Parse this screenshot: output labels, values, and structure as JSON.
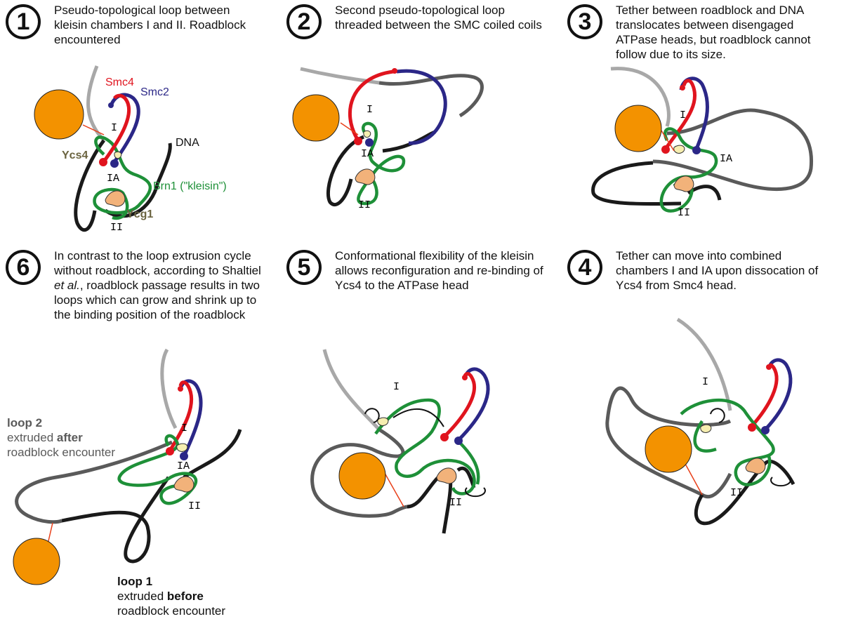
{
  "colors": {
    "dna_dark": "#1a1a1a",
    "dna_mid": "#5a5a5a",
    "dna_light": "#a8a8a8",
    "smc4": "#e0141e",
    "smc2": "#2b2787",
    "kleisin": "#1e9038",
    "roadblock": "#f39200",
    "ycg1": "#f2b27a",
    "ycs4": "#f6eeb0",
    "tether": "#e8401a"
  },
  "panels": [
    {
      "number": "1",
      "caption": "Pseudo-topological loop between kleisin chambers I and II. Roadblock  encountered",
      "labels": {
        "smc4": "Smc4",
        "smc2": "Smc2",
        "dna": "DNA",
        "ycs4": "Ycs4",
        "brn1": "Brn1 (\"kleisin\")",
        "ycg1": "Ycg1",
        "chamber_I": "I",
        "chamber_IA": "IA",
        "chamber_II": "II"
      }
    },
    {
      "number": "2",
      "caption": "Second pseudo-topological loop threaded between the SMC coiled coils",
      "labels": {
        "chamber_I": "I",
        "chamber_IA": "IA",
        "chamber_II": "II"
      }
    },
    {
      "number": "3",
      "caption": "Tether between roadblock and DNA translocates between disengaged ATPase heads, but roadblock cannot follow due to its size.",
      "labels": {
        "chamber_I": "I",
        "chamber_IA": "IA",
        "chamber_II": "II"
      }
    },
    {
      "number": "6",
      "caption_parts": [
        "In contrast to the loop extrusion cycle without roadblock, according to Shaltiel ",
        "et al.",
        ", roadblock passage results in two loops which can grow and shrink up to the binding position of the roadblock"
      ],
      "labels": {
        "chamber_I": "I",
        "chamber_IA": "IA",
        "chamber_II": "II"
      },
      "loop2": {
        "title": "loop 2",
        "pre": "extruded ",
        "bold": "after",
        "post": "roadblock encounter"
      },
      "loop1": {
        "title": "loop 1",
        "pre": "extruded ",
        "bold": "before",
        "post": "roadblock encounter"
      }
    },
    {
      "number": "5",
      "caption": "Conformational flexibility of the kleisin allows reconfiguration and re-binding of Ycs4 to the ATPase head",
      "labels": {
        "chamber_I": "I",
        "chamber_II": "II"
      }
    },
    {
      "number": "4",
      "caption": "Tether can move into combined chambers I and IA upon dissocation of Ycs4 from Smc4 head.",
      "labels": {
        "chamber_I": "I",
        "chamber_II": "II"
      }
    }
  ]
}
